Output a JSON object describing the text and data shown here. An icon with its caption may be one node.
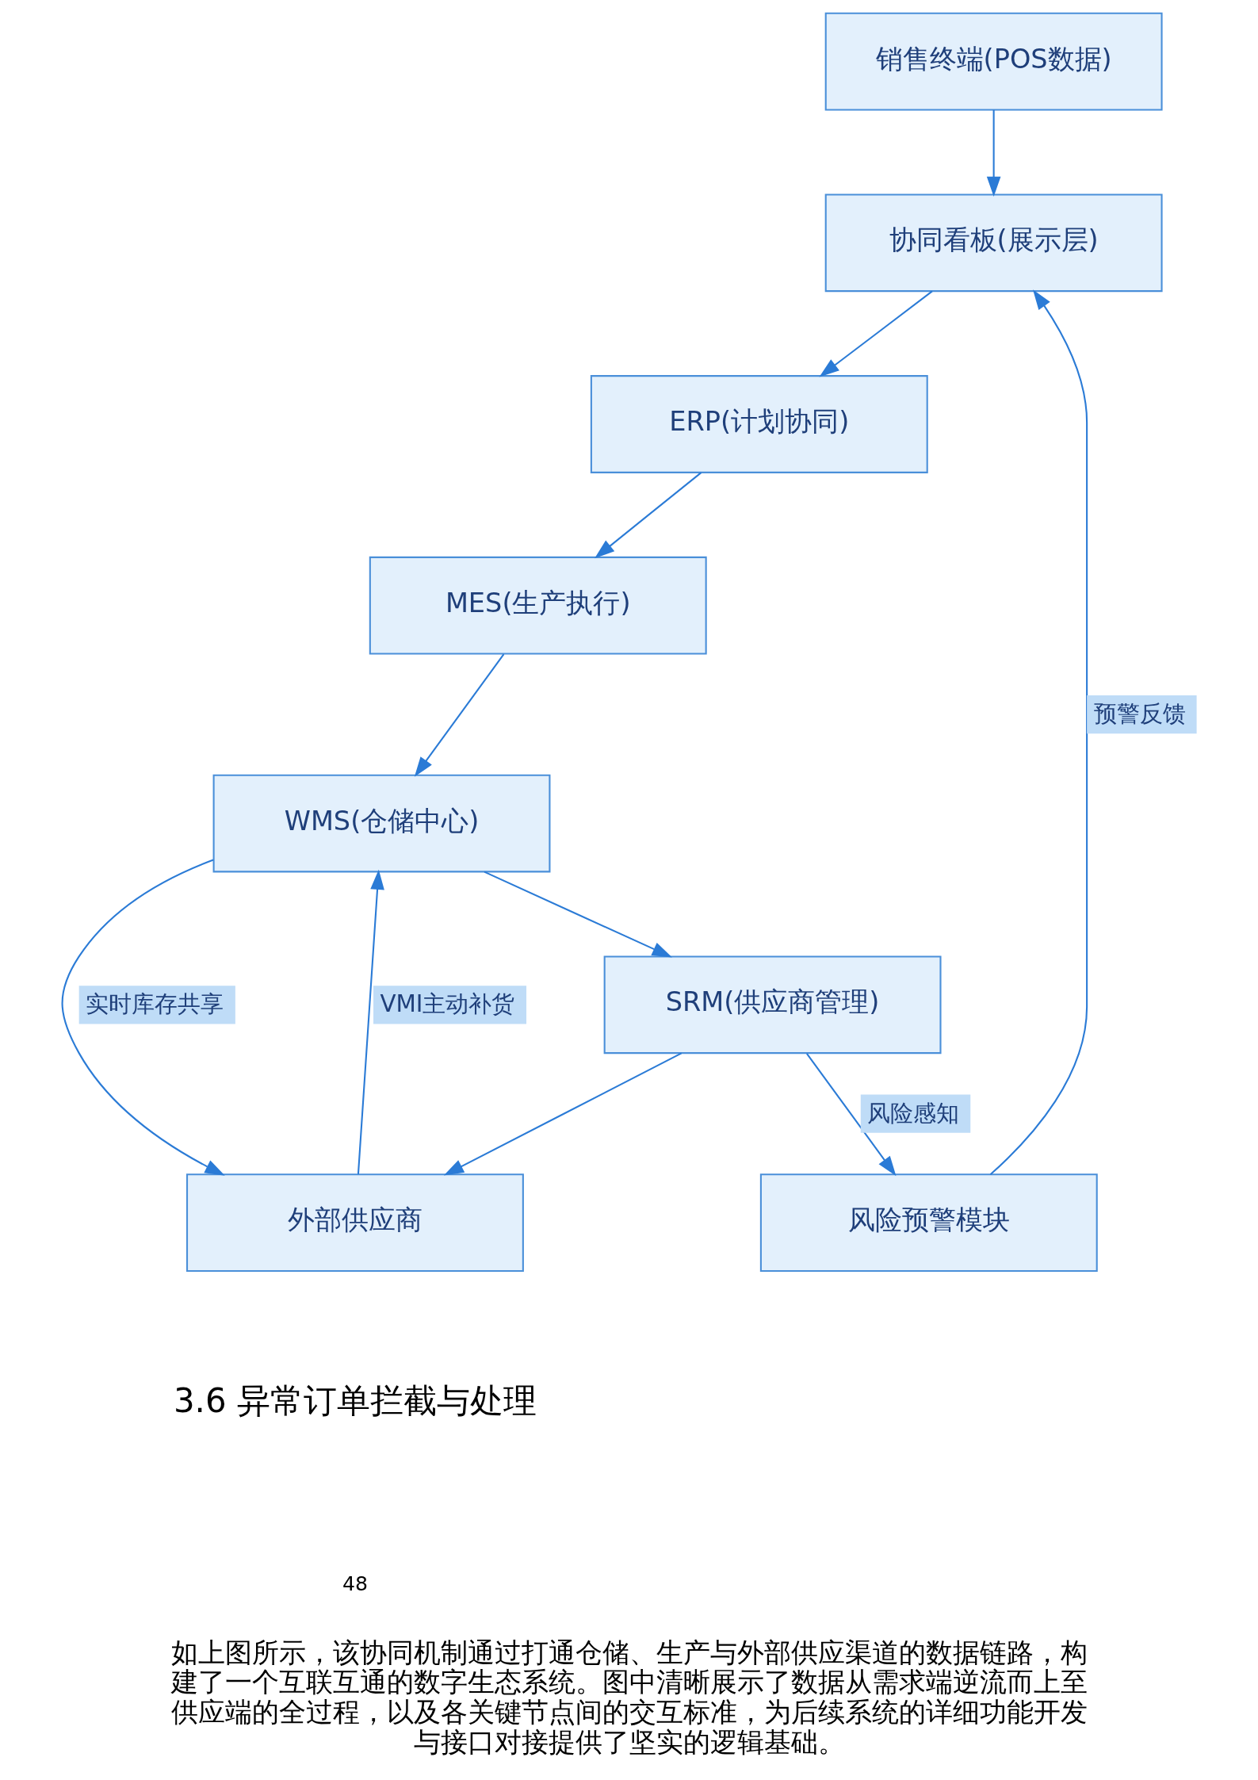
{
  "diagram": {
    "caption": "如上图所示，该协同机制通过打通仓储、生产与外部供应渠道的数据链路，构建了一个互联互通的数字生态系统。图中清晰展示了数据从需求端逆流而上至供应端的全过程，以及各关键节点间的交互标准，为后续系统的详细功能开发与接口对接提供了坚实的逻辑基础。",
    "nodes": [
      {
        "text": [
          "销售终端(POS数据)"
        ]
      },
      {
        "text": [
          "协同看板(展示层)"
        ]
      },
      {
        "text": [
          "ERP(计划协同)"
        ]
      },
      {
        "text": [
          "MES(生产执行)"
        ]
      },
      {
        "text": [
          "WMS(仓储中心)"
        ]
      },
      {
        "text": [
          "SRM(供应商管理)"
        ]
      },
      {
        "text": [
          "外部供应商"
        ]
      },
      {
        "text": [
          "风险预警模块"
        ]
      }
    ],
    "edges": [
      {
        "from": 0,
        "to": 1,
        "arrow": "to"
      },
      {
        "from": 1,
        "to": 2,
        "arrow": "to"
      },
      {
        "from": 2,
        "to": 3,
        "arrow": "to"
      },
      {
        "from": 3,
        "to": 4,
        "arrow": "to"
      },
      {
        "from": 4,
        "to": 5,
        "arrow": "to"
      },
      {
        "from": 4,
        "to": 6,
        "arrow": "to",
        "label": "实时库存共享"
      },
      {
        "from": 5,
        "to": 6,
        "arrow": "to"
      },
      {
        "from": 6,
        "to": 4,
        "arrow": "to",
        "label": "VMI主动补货"
      },
      {
        "from": 5,
        "to": 7,
        "arrow": "to",
        "label": "风险感知"
      },
      {
        "from": 7,
        "to": 1,
        "arrow": "to",
        "label": "预警反馈"
      }
    ],
    "labels": [
      "3.6 异常订单拦截与处理",
      "48"
    ]
  }
}
